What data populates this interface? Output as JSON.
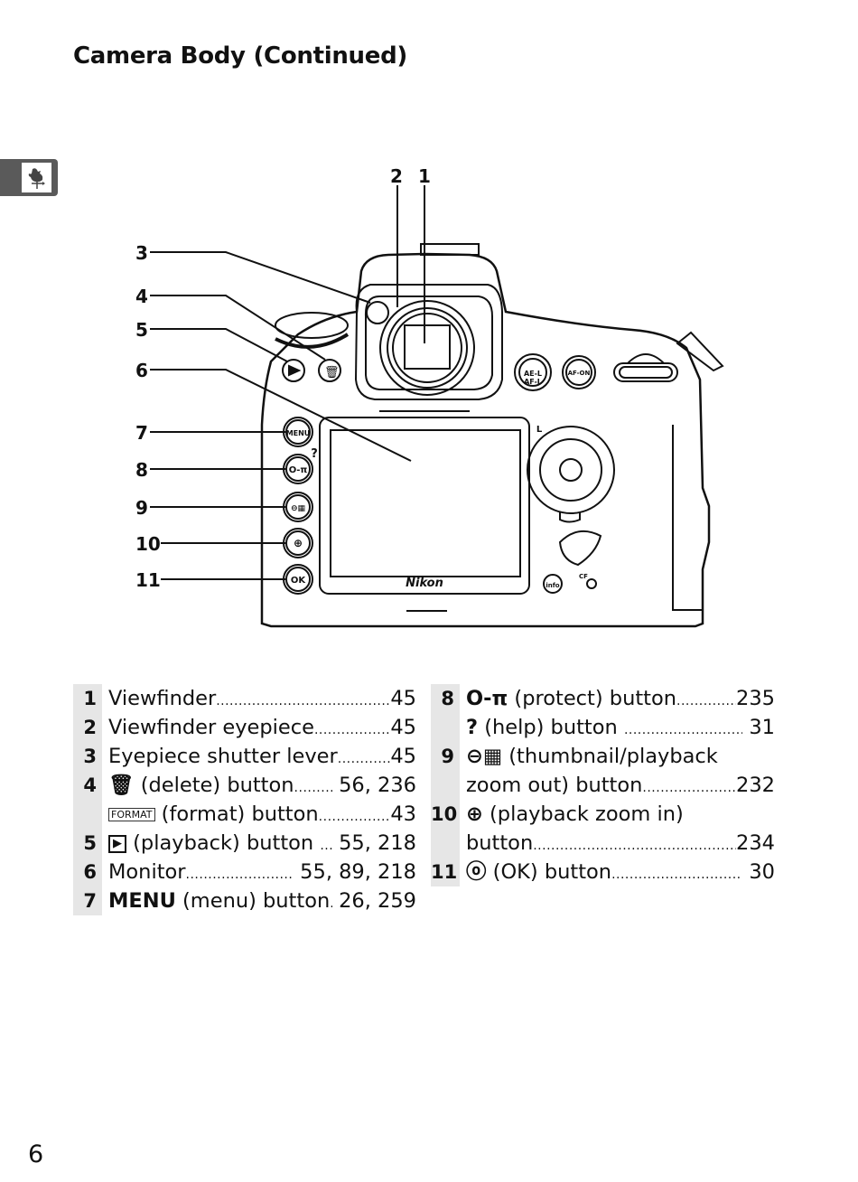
{
  "page": {
    "title": "Camera Body (Continued)",
    "page_number": "6",
    "section_tab_icon": "rooster-weathervane-icon"
  },
  "illustration": {
    "brand_label": "Nikon",
    "callouts": [
      "1",
      "2",
      "3",
      "4",
      "5",
      "6",
      "7",
      "8",
      "9",
      "10",
      "11"
    ],
    "button_labels": {
      "menu": "MENU",
      "ok": "OK",
      "ae_af_lock": "AE-L AF-L",
      "af_on": "AF-ON",
      "info": "info",
      "cf": "CF",
      "help_mark": "?",
      "lock_mark": "L",
      "format": "FORMAT"
    }
  },
  "legend": {
    "left": [
      {
        "num": "1",
        "icon": "",
        "label": "Viewfinder",
        "pages": "45"
      },
      {
        "num": "2",
        "icon": "",
        "label": "Viewfinder eyepiece",
        "pages": "45"
      },
      {
        "num": "3",
        "icon": "",
        "label": "Eyepiece shutter lever",
        "pages": "45"
      },
      {
        "num": "4",
        "icon": "🗑",
        "label": " (delete) button",
        "pages": " 56, 236"
      },
      {
        "num": "",
        "icon": "FORMAT",
        "label": " (format) button",
        "pages": "43"
      },
      {
        "num": "5",
        "icon": "▶",
        "label": " (playback) button ",
        "pages": " 55, 218"
      },
      {
        "num": "6",
        "icon": "",
        "label": "Monitor",
        "pages": " 55, 89, 218"
      },
      {
        "num": "7",
        "icon": "MENU",
        "label": " (menu) button",
        "pages": " 26, 259"
      }
    ],
    "right": [
      {
        "num": "8",
        "icon": "O‑π",
        "label": " (protect) button",
        "pages": "235"
      },
      {
        "num": "",
        "icon": "?",
        "label": " (help) button ",
        "pages": " 31"
      },
      {
        "num": "9",
        "icon": "⊖▦",
        "label": " (thumbnail/playback",
        "pages": ""
      },
      {
        "num": "",
        "icon": "",
        "label": "zoom out) button",
        "pages": "232"
      },
      {
        "num": "10",
        "icon": "⊕",
        "label": " (playback zoom in)",
        "pages": ""
      },
      {
        "num": "",
        "icon": "",
        "label": "button",
        "pages": "234"
      },
      {
        "num": "11",
        "icon": "ⓞ",
        "label": " (OK) button",
        "pages": " 30"
      }
    ]
  }
}
